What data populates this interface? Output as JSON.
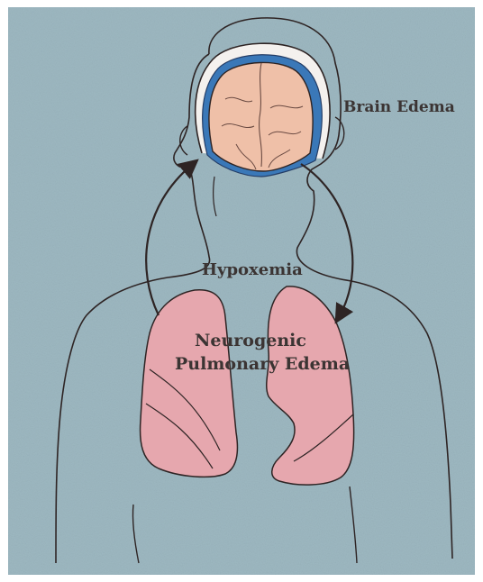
{
  "labels": {
    "brain_edema": "Brain Edema",
    "hypoxemia": "Hypoxemia",
    "neurogenic_line1": "Neurogenic",
    "neurogenic_line2": "Pulmonary Edema"
  },
  "colors": {
    "background": "#9db8c1",
    "frame": "#ffffff",
    "outline": "#2e2424",
    "brain": "#efc0a8",
    "brain_membrane": "#3a78b8",
    "lungs": "#e6a7ae",
    "text": "#3b3433"
  },
  "arrows": [
    {
      "from": "lungs-left",
      "to": "brain",
      "direction": "up"
    },
    {
      "from": "brain",
      "to": "lungs-right",
      "direction": "down"
    }
  ]
}
